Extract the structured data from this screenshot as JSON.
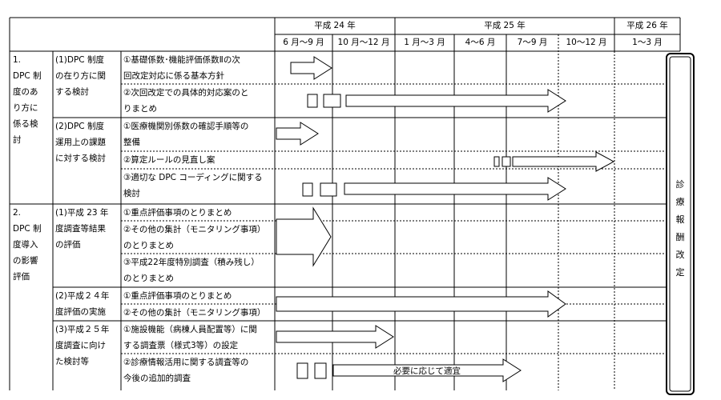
{
  "header": {
    "years": [
      "平成 24 年",
      "平成 25 年",
      "平成 26 年"
    ],
    "periods": [
      "6 月～9 月",
      "10 月～12 月",
      "1 月～3 月",
      "4～6 月",
      "7～9 月",
      "10～12 月",
      "1～3 月"
    ]
  },
  "sections": [
    {
      "label_lines": [
        "1.",
        "DPC 制",
        "度のあ",
        "り方に",
        "係る検",
        "討"
      ],
      "groups": [
        {
          "label_lines": [
            "(1)DPC 制度",
            "の在り方に関",
            "する検討"
          ],
          "items": [
            [
              "①基礎係数･機能評価係数Ⅱの次",
              "回改定対応に係る基本方針"
            ],
            [
              "②次回改定での具体的対応案のと",
              "りまとめ"
            ]
          ]
        },
        {
          "label_lines": [
            "(2)DPC 制度",
            "運用上の課題",
            "に対する検討"
          ],
          "items": [
            [
              "①医療機関別係数の確認手順等の",
              "整備"
            ],
            [
              "②算定ルールの見直し案"
            ],
            [
              "③適切な DPC コーディングに関する",
              "検討"
            ]
          ]
        }
      ]
    },
    {
      "label_lines": [
        "2.",
        "DPC 制",
        "度導入",
        "の影響",
        "評価"
      ],
      "groups": [
        {
          "label_lines": [
            "(1)平成 23 年",
            "度調査等結果",
            "の評価"
          ],
          "items": [
            [
              "①重点評価事項のとりまとめ"
            ],
            [
              "②その他の集計（モニタリング事項）",
              "のとりまとめ"
            ],
            [
              "③平成22年度特別調査（積み残し）",
              "のとりまとめ"
            ]
          ]
        },
        {
          "label_lines": [
            "(2)平成２４年",
            "度評価の実施"
          ],
          "items": [
            [
              "①重点評価事項のとりまとめ"
            ],
            [
              "②その他の集計（モニタリング事項）"
            ]
          ]
        },
        {
          "label_lines": [
            "(3)平成２５年",
            "度調査に向け",
            "た検討等"
          ],
          "items": [
            [
              "①施設機能（病棟人員配置等）に関",
              "する調査票（様式3等）の設定"
            ],
            [
              "②診療情報活用に関する調査等の",
              "今後の追加的調査"
            ]
          ]
        }
      ]
    }
  ],
  "arrow_note": "必要に応じて適宜",
  "revision_label": [
    "診",
    "療",
    "報",
    "酬",
    "改",
    "定"
  ]
}
